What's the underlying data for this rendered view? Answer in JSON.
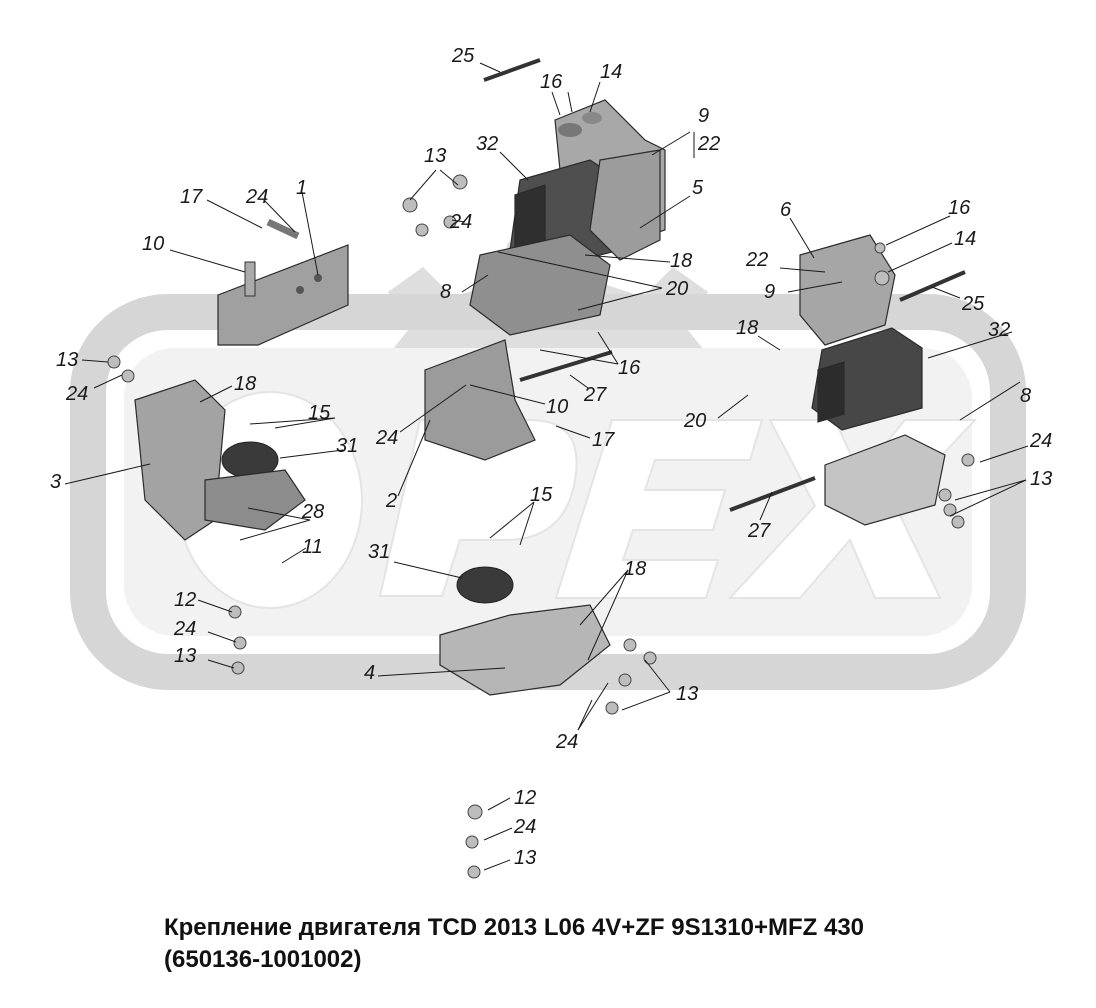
{
  "caption": {
    "line1": "Крепление двигателя TCD 2013 L06 4V+ZF 9S1310+MFZ 430",
    "line2": "(650136-1001002)"
  },
  "watermark": {
    "text": "OPEX",
    "color": "#d9d9d9"
  },
  "colors": {
    "part_fill": "#9a9a9a",
    "part_dark": "#5e5e5e",
    "part_light": "#c9c9c9",
    "rubber": "#3a3a3a"
  },
  "callouts": [
    "25",
    "16",
    "14",
    "9",
    "22",
    "32",
    "5",
    "13",
    "24",
    "17",
    "24",
    "1",
    "10",
    "18",
    "8",
    "20",
    "6",
    "16",
    "22",
    "14",
    "9",
    "25",
    "32",
    "18",
    "13",
    "24",
    "18",
    "16",
    "27",
    "10",
    "15",
    "24",
    "17",
    "31",
    "3",
    "2",
    "28",
    "11",
    "20",
    "8",
    "24",
    "13",
    "27",
    "15",
    "31",
    "18",
    "12",
    "24",
    "13",
    "4",
    "13",
    "24",
    "12",
    "24",
    "13"
  ]
}
